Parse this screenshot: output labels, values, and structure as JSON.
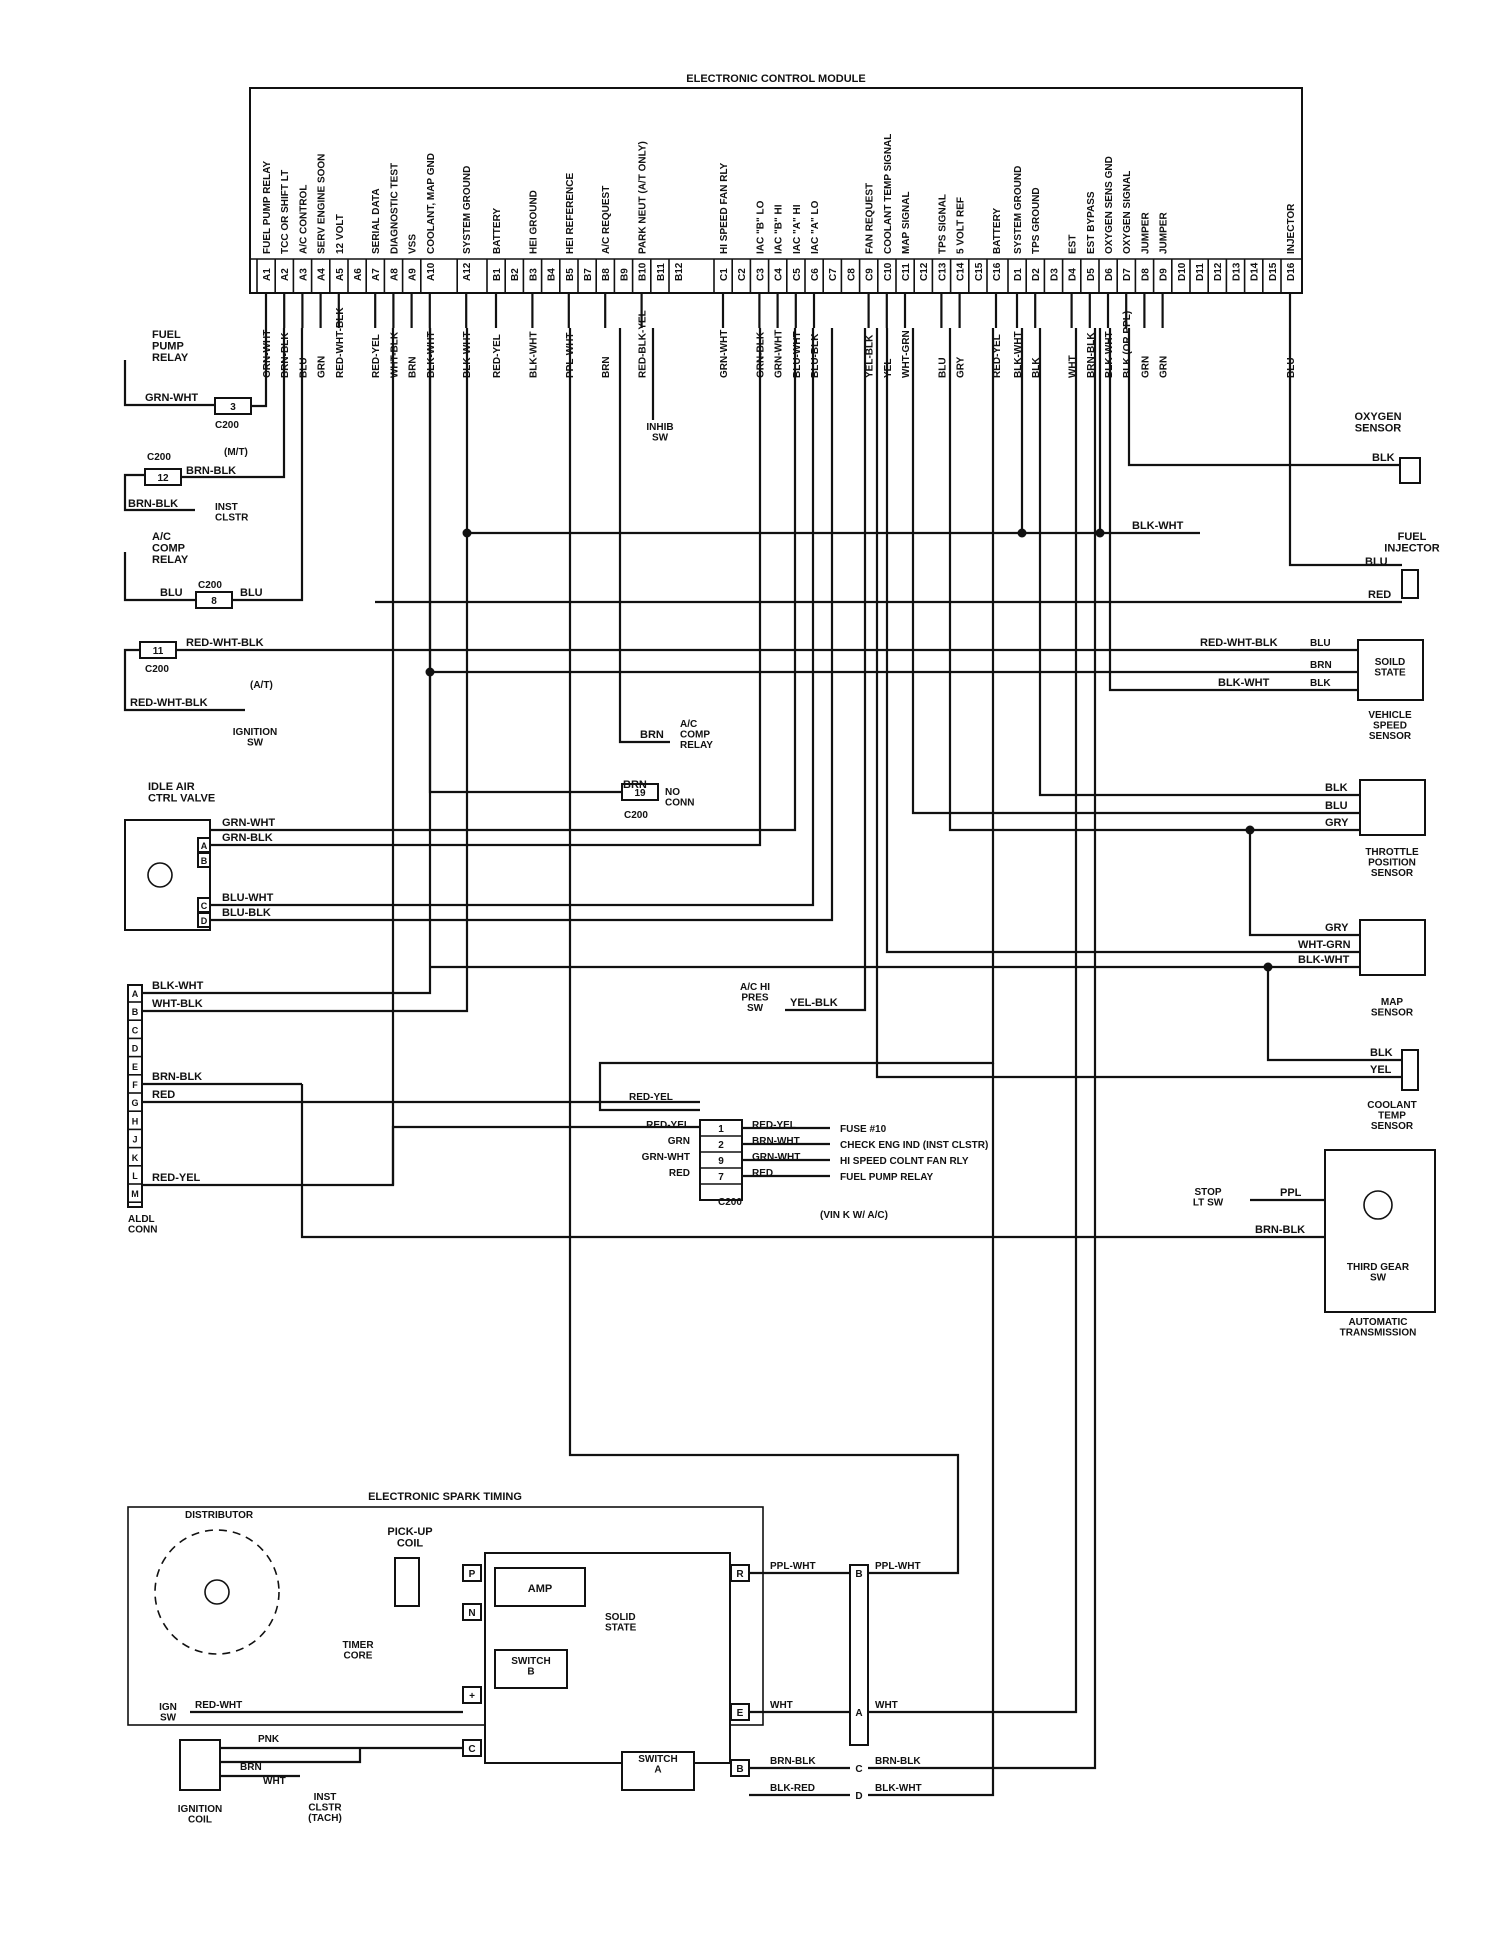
{
  "ecm": {
    "title": "ELECTRONIC CONTROL MODULE",
    "pins": [
      {
        "pin": "A1",
        "label": "FUEL PUMP RELAY",
        "wire": "GRN-WHT"
      },
      {
        "pin": "A2",
        "label": "TCC OR SHIFT LT",
        "wire": "BRN-BLK"
      },
      {
        "pin": "A3",
        "label": "A/C CONTROL",
        "wire": "BLU"
      },
      {
        "pin": "A4",
        "label": "SERV ENGINE SOON",
        "wire": "GRN"
      },
      {
        "pin": "A5",
        "label": "12 VOLT",
        "wire": "RED-WHT-BLK"
      },
      {
        "pin": "A6",
        "label": "",
        "wire": ""
      },
      {
        "pin": "A7",
        "label": "SERIAL DATA",
        "wire": "RED-YEL"
      },
      {
        "pin": "A8",
        "label": "DIAGNOSTIC TEST",
        "wire": "WHT-BLK"
      },
      {
        "pin": "A9",
        "label": "VSS",
        "wire": "BRN"
      },
      {
        "pin": "A10",
        "label": "COOLANT, MAP GND",
        "wire": "BLK-WHT"
      },
      {
        "pin": "A12",
        "label": "SYSTEM GROUND",
        "wire": "BLK-WHT"
      },
      {
        "pin": "B1",
        "label": "BATTERY",
        "wire": "RED-YEL"
      },
      {
        "pin": "B2",
        "label": "",
        "wire": ""
      },
      {
        "pin": "B3",
        "label": "HEI GROUND",
        "wire": "BLK-WHT"
      },
      {
        "pin": "B4",
        "label": "",
        "wire": ""
      },
      {
        "pin": "B5",
        "label": "HEI REFERENCE",
        "wire": "PPL-WHT"
      },
      {
        "pin": "B7",
        "label": "",
        "wire": ""
      },
      {
        "pin": "B8",
        "label": "A/C REQUEST",
        "wire": "BRN"
      },
      {
        "pin": "B9",
        "label": "",
        "wire": ""
      },
      {
        "pin": "B10",
        "label": "PARK NEUT (A/T ONLY)",
        "wire": "RED-BLK-YEL"
      },
      {
        "pin": "B11",
        "label": "",
        "wire": ""
      },
      {
        "pin": "B12",
        "label": "",
        "wire": ""
      },
      {
        "pin": "C1",
        "label": "HI SPEED FAN RLY",
        "wire": "GRN-WHT"
      },
      {
        "pin": "C2",
        "label": "",
        "wire": ""
      },
      {
        "pin": "C3",
        "label": "IAC \"B\" LO",
        "wire": "GRN-BLK"
      },
      {
        "pin": "C4",
        "label": "IAC \"B\" HI",
        "wire": "GRN-WHT"
      },
      {
        "pin": "C5",
        "label": "IAC \"A\" HI",
        "wire": "BLU-WHT"
      },
      {
        "pin": "C6",
        "label": "IAC \"A\" LO",
        "wire": "BLU-BLK"
      },
      {
        "pin": "C7",
        "label": "",
        "wire": ""
      },
      {
        "pin": "C8",
        "label": "",
        "wire": ""
      },
      {
        "pin": "C9",
        "label": "FAN REQUEST",
        "wire": "YEL-BLK"
      },
      {
        "pin": "C10",
        "label": "COOLANT TEMP SIGNAL",
        "wire": "YEL"
      },
      {
        "pin": "C11",
        "label": "MAP SIGNAL",
        "wire": "WHT-GRN"
      },
      {
        "pin": "C12",
        "label": "",
        "wire": ""
      },
      {
        "pin": "C13",
        "label": "TPS SIGNAL",
        "wire": "BLU"
      },
      {
        "pin": "C14",
        "label": "5 VOLT REF",
        "wire": "GRY"
      },
      {
        "pin": "C15",
        "label": "",
        "wire": ""
      },
      {
        "pin": "C16",
        "label": "BATTERY",
        "wire": "RED-YEL"
      },
      {
        "pin": "D1",
        "label": "SYSTEM GROUND",
        "wire": "BLK-WHT"
      },
      {
        "pin": "D2",
        "label": "TPS GROUND",
        "wire": "BLK"
      },
      {
        "pin": "D3",
        "label": "",
        "wire": ""
      },
      {
        "pin": "D4",
        "label": "EST",
        "wire": "WHT"
      },
      {
        "pin": "D5",
        "label": "EST BYPASS",
        "wire": "BRN-BLK"
      },
      {
        "pin": "D6",
        "label": "OXYGEN SENS GND",
        "wire": "BLK-WHT"
      },
      {
        "pin": "D7",
        "label": "OXYGEN SIGNAL",
        "wire": "BLK (OR PPL)"
      },
      {
        "pin": "D8",
        "label": "JUMPER",
        "wire": "GRN"
      },
      {
        "pin": "D9",
        "label": "JUMPER",
        "wire": "GRN"
      },
      {
        "pin": "D10",
        "label": "",
        "wire": ""
      },
      {
        "pin": "D11",
        "label": "",
        "wire": ""
      },
      {
        "pin": "D12",
        "label": "",
        "wire": ""
      },
      {
        "pin": "D13",
        "label": "",
        "wire": ""
      },
      {
        "pin": "D14",
        "label": "",
        "wire": ""
      },
      {
        "pin": "D15",
        "label": "",
        "wire": ""
      },
      {
        "pin": "D16",
        "label": "INJECTOR",
        "wire": "BLU"
      }
    ]
  },
  "left": {
    "fuel_pump_relay": "FUEL\nPUMP\nRELAY",
    "grn_wht": "GRN-WHT",
    "c200": "C200",
    "conn_3": "3",
    "mt": "(M/T)",
    "conn_12": "12",
    "brn_blk": "BRN-BLK",
    "inst_clstr": "INST\nCLSTR",
    "ac_comp_relay": "A/C\nCOMP\nRELAY",
    "blu": "BLU",
    "conn_8": "8",
    "conn_11": "11",
    "red_wht_blk": "RED-WHT-BLK",
    "at": "(A/T)",
    "ignition_sw": "IGNITION\nSW",
    "iac_title": "IDLE AIR\nCTRL VALVE",
    "grn_blk": "GRN-BLK",
    "blu_wht": "BLU-WHT",
    "blu_blk": "BLU-BLK",
    "blk_wht": "BLK-WHT",
    "wht_blk": "WHT-BLK",
    "red": "RED",
    "red_yel": "RED-YEL",
    "aldl": "ALDL\nCONN",
    "aldl_pins": [
      "A",
      "B",
      "C",
      "D",
      "E",
      "F",
      "G",
      "H",
      "J",
      "K",
      "L",
      "M"
    ],
    "iac_pins": [
      "A",
      "B",
      "C",
      "D"
    ]
  },
  "middle": {
    "inhib_sw": "INHIB\nSW",
    "brn": "BRN",
    "ac_comp_relay2": "A/C\nCOMP\nRELAY",
    "conn_19": "19",
    "no_conn": "NO\nCONN",
    "ac_hi_pres_sw": "A/C HI\nPRES\nSW",
    "yel_blk": "YEL-BLK",
    "c200_rows": [
      {
        "left": "RED-YEL",
        "pin": "1",
        "right": "RED-YEL",
        "dest": "FUSE #10"
      },
      {
        "left": "GRN",
        "pin": "2",
        "right": "BRN-WHT",
        "dest": "CHECK ENG IND (INST CLSTR)"
      },
      {
        "left": "GRN-WHT",
        "pin": "9",
        "right": "GRN-WHT",
        "dest": "HI SPEED COLNT FAN RLY"
      },
      {
        "left": "RED",
        "pin": "7",
        "right": "RED",
        "dest": "FUEL PUMP RELAY"
      }
    ],
    "red_yel_extra": "RED-YEL",
    "vin_note": "(VIN K W/ A/C)"
  },
  "right": {
    "oxygen_sensor": "OXYGEN\nSENSOR",
    "blk": "BLK",
    "blk_wht": "BLK-WHT",
    "fuel_injector": "FUEL\nINJECTOR",
    "blu": "BLU",
    "red": "RED",
    "red_wht_blk": "RED-WHT-BLK",
    "brn": "BRN",
    "solid_state": "SOILD\nSTATE",
    "vss": "VEHICLE\nSPEED\nSENSOR",
    "gry": "GRY",
    "tps": "THROTTLE\nPOSITION\nSENSOR",
    "wht_grn": "WHT-GRN",
    "map": "MAP\nSENSOR",
    "yel": "YEL",
    "cts": "COOLANT\nTEMP\nSENSOR",
    "stop_lt_sw": "STOP\nLT SW",
    "ppl": "PPL",
    "brn_blk": "BRN-BLK",
    "third_gear": "THIRD GEAR\nSW",
    "auto_trans": "AUTOMATIC\nTRANSMISSION"
  },
  "est": {
    "title": "ELECTRONIC SPARK TIMING",
    "distributor": "DISTRIBUTOR",
    "pickup_coil": "PICK-UP\nCOIL",
    "timer_core": "TIMER\nCORE",
    "amp": "AMP",
    "solid_state": "SOLID\nSTATE",
    "switch_b": "SWITCH\nB",
    "switch_a": "SWITCH\nA",
    "ign_sw": "IGN\nSW",
    "red_wht": "RED-WHT",
    "pnk": "PNK",
    "brn": "BRN",
    "wht": "WHT",
    "inst_clstr_tach": "INST\nCLSTR\n(TACH)",
    "ignition_coil": "IGNITION\nCOIL",
    "ppl_wht": "PPL-WHT",
    "brn_blk": "BRN-BLK",
    "blk_red": "BLK-RED",
    "blk_wht": "BLK-WHT",
    "hei_pins_left": [
      "P",
      "N",
      "+",
      "C"
    ],
    "hei_pins_right": [
      "R",
      "E",
      "B"
    ],
    "conn_pins": [
      "B",
      "A",
      "C",
      "D"
    ]
  }
}
